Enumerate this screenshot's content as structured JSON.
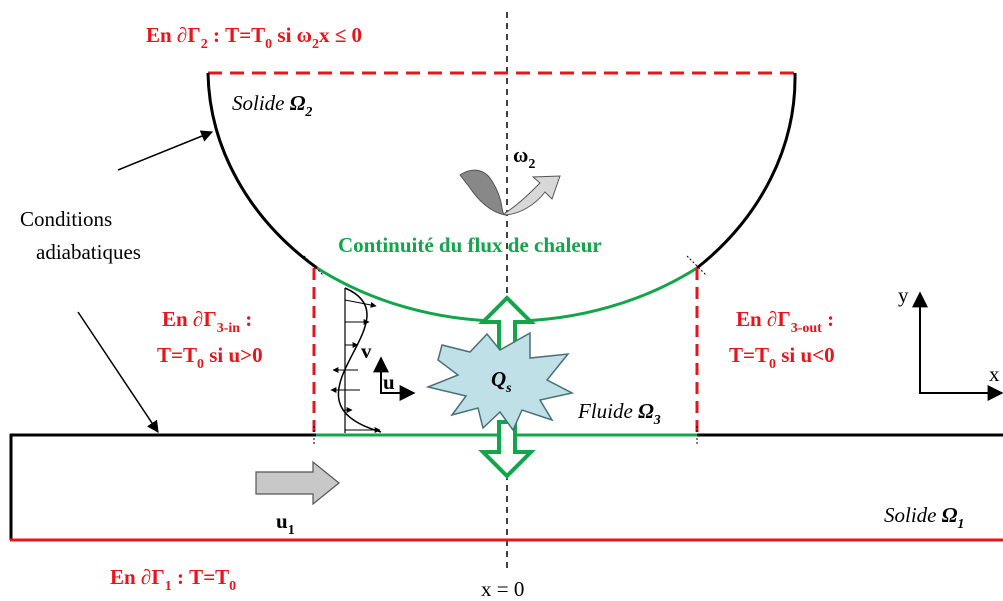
{
  "colors": {
    "boundary_red": "#e8141b",
    "interface_green": "#13a54a",
    "outline": "#000000",
    "arrow_gray": "#c8c8c8",
    "heat_source_fill": "#bfe0e6"
  },
  "labels": {
    "gamma2": {
      "pre": "En ∂Γ",
      "sub": "2",
      "post": " :   T=T",
      "sub2": "0",
      "post2": " si ω",
      "sub3": "2",
      "post3": "x ≤ 0"
    },
    "solid2": {
      "text": "Solide ",
      "omega": "Ω",
      "sub": "2"
    },
    "omega2": {
      "text": "ω",
      "sub": "2"
    },
    "adiabatic_line1": "Conditions",
    "adiabatic_line2": "adiabatiques",
    "continuity": "Continuité du flux de chaleur",
    "gamma3in_line1": {
      "pre": "En ∂Γ",
      "sub": "3-in",
      "post": " :"
    },
    "gamma3in_line2": {
      "pre": "T=T",
      "sub": "0",
      "post": " si u>0"
    },
    "gamma3out_line1": {
      "pre": "En ∂Γ",
      "sub": "3-out",
      "post": " :"
    },
    "gamma3out_line2": {
      "pre": "T=T",
      "sub": "0",
      "post": " si  u<0"
    },
    "axis_y": "y",
    "axis_x": "x",
    "vel_v": "v",
    "vel_u": "u",
    "heat_source": {
      "text": "Q",
      "sub": "s"
    },
    "fluid3": {
      "text": "Fluide ",
      "omega": "Ω",
      "sub": "3"
    },
    "u1": {
      "text": "u",
      "sub": "1"
    },
    "solid1": {
      "text": "Solide ",
      "omega": "Ω",
      "sub": "1"
    },
    "gamma1": {
      "pre": "En ∂Γ",
      "sub": "1",
      "post": " :   T=T",
      "sub2": "0"
    },
    "x0": "x = 0"
  }
}
